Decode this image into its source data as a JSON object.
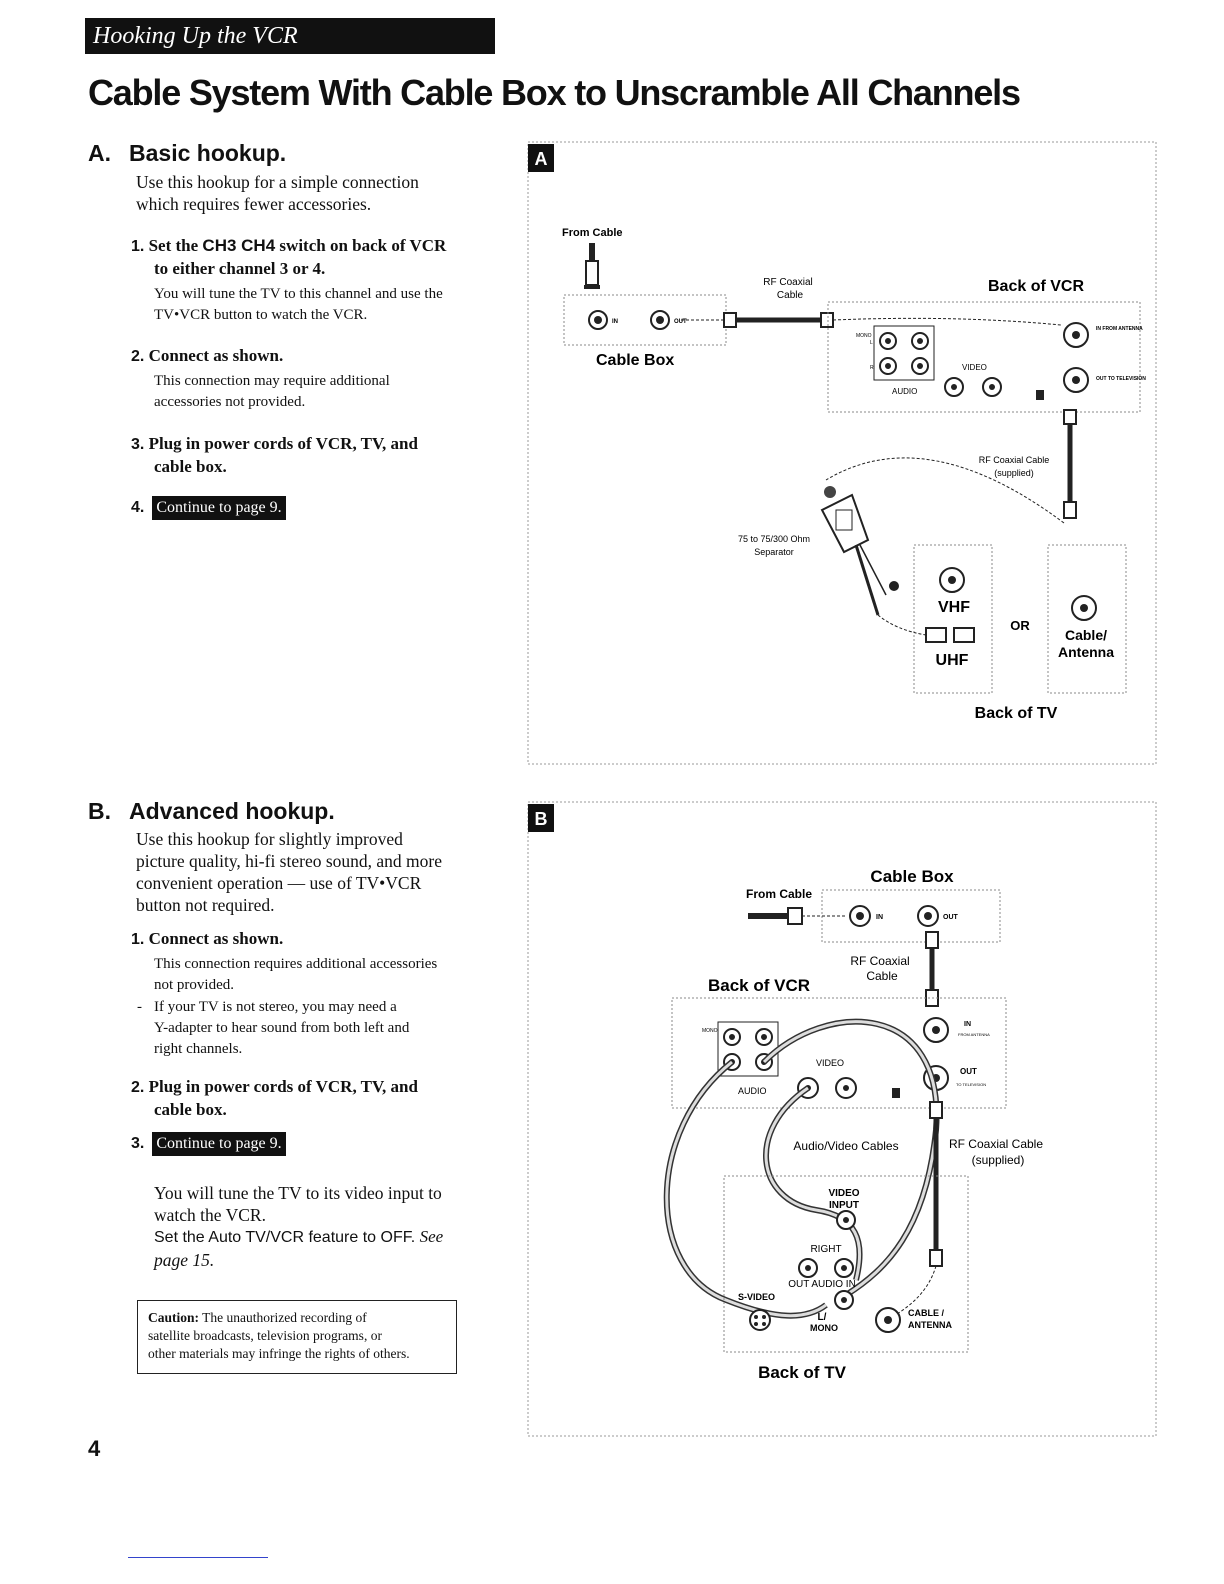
{
  "header": {
    "section_title": "Hooking Up the VCR"
  },
  "page_title": "Cable System With Cable Box to Unscramble All Channels",
  "section_a": {
    "letter": "A.",
    "title": "Basic hookup.",
    "intro_line1": "Use this hookup for a simple connection",
    "intro_line2": "which requires fewer accessories.",
    "steps": [
      {
        "num": "1.",
        "title_a": "Set the ",
        "title_b": "CH3 CH4",
        "title_c": " switch on back of VCR",
        "title_line2": "to either channel 3 or 4.",
        "detail_line1": "You will tune the TV to this channel and use the",
        "detail_line2": "TV•VCR button to watch the VCR."
      },
      {
        "num": "2.",
        "title": "Connect as shown.",
        "detail_line1": "This connection may require additional",
        "detail_line2": "accessories not provided."
      },
      {
        "num": "3.",
        "title_line1": "Plug in power cords of VCR, TV, and",
        "title_line2": "cable box."
      },
      {
        "num": "4.",
        "button": "Continue to page 9."
      }
    ]
  },
  "section_b": {
    "letter": "B.",
    "title": "Advanced hookup.",
    "intro_line1": "Use this hookup for slightly improved",
    "intro_line2": "picture quality, hi-fi stereo sound, and more",
    "intro_line3": "convenient operation — use of TV•VCR",
    "intro_line4": "button not required.",
    "steps": [
      {
        "num": "1.",
        "title": "Connect as shown.",
        "detail_line1": "This connection requires additional accessories",
        "detail_line2": "not provided.",
        "note_bullet": "-",
        "note_line1": "If your TV is not stereo, you may need a",
        "note_line2": "Y-adapter to hear sound from both left and",
        "note_line3": "right channels."
      },
      {
        "num": "2.",
        "title_line1": "Plug in power cords of VCR, TV, and",
        "title_line2": "cable box."
      },
      {
        "num": "3.",
        "button": "Continue to page 9."
      }
    ],
    "after_line1": "You will tune the TV to its video input to",
    "after_line2": "watch the VCR.",
    "after_line3": "Set the Auto TV/VCR feature to OFF.",
    "after_see": "See",
    "after_page": "page 15."
  },
  "caution": {
    "label": "Caution:",
    "line1": " The unauthorized recording of",
    "line2": "satellite broadcasts, television programs, or",
    "line3": "other materials may infringe the rights of others."
  },
  "page_number": "4",
  "diagram_a": {
    "badge": "A",
    "from_cable": "From Cable",
    "rf_coaxial": "RF Coaxial",
    "cable": "Cable",
    "back_of_vcr": "Back of VCR",
    "cable_box": "Cable Box",
    "in": "IN",
    "out": "OUT",
    "mono": "MONO",
    "l": "L",
    "r": "R",
    "video": "VIDEO",
    "audio": "AUDIO",
    "in_from_antenna": "IN FROM ANTENNA",
    "out_to_television": "OUT TO TELEVISION",
    "rf_coaxial_cable": "RF Coaxial Cable",
    "supplied": "(supplied)",
    "separator_line1": "75 to 75/300 Ohm",
    "separator_line2": "Separator",
    "vhf": "VHF",
    "uhf": "UHF",
    "or": "OR",
    "cable_slash": "Cable/",
    "antenna": "Antenna",
    "back_of_tv": "Back of TV"
  },
  "diagram_b": {
    "badge": "B",
    "cable_box": "Cable Box",
    "from_cable": "From Cable",
    "in": "IN",
    "out": "OUT",
    "rf_coaxial": "RF Coaxial",
    "cable": "Cable",
    "back_of_vcr": "Back of VCR",
    "mono": "MONO",
    "video": "VIDEO",
    "audio": "AUDIO",
    "in_label": "IN",
    "from_antenna": "FROM ANTENNA",
    "out_label": "OUT",
    "to_television": "TO TELEVISION",
    "av_cables": "Audio/Video Cables",
    "rf_coaxial_cable": "RF Coaxial Cable",
    "supplied": "(supplied)",
    "video_input_line1": "VIDEO",
    "video_input_line2": "INPUT",
    "right": "RIGHT",
    "out_audio_in": "OUT  AUDIO  IN",
    "s_video": "S-VIDEO",
    "l_mono_line1": "L/",
    "l_mono_line2": "MONO",
    "cable_antenna_line1": "CABLE /",
    "cable_antenna_line2": "ANTENNA",
    "back_of_tv": "Back of TV"
  }
}
